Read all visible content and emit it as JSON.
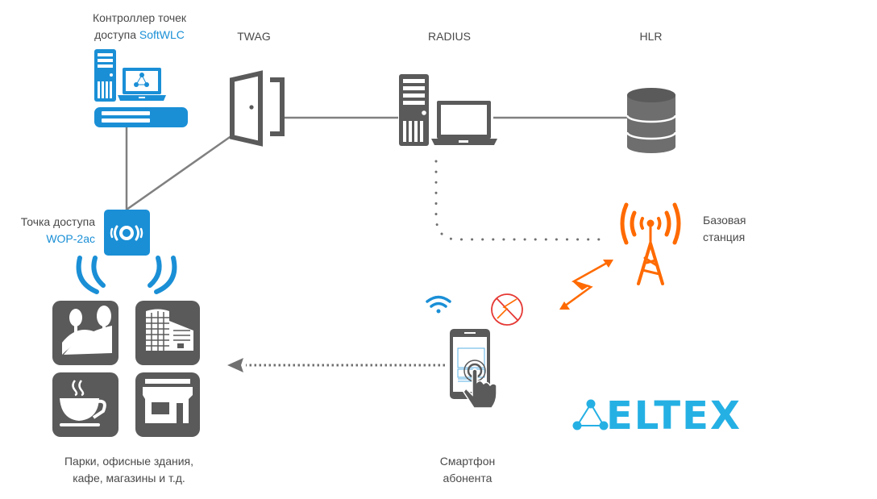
{
  "diagram": {
    "nodes": {
      "controller": {
        "line1": "Контроллер точек",
        "line2_prefix": "доступа ",
        "line2_highlight": "SoftWLC"
      },
      "twag": {
        "label": "TWAG"
      },
      "radius": {
        "label": "RADIUS"
      },
      "hlr": {
        "label": "HLR"
      },
      "access_point": {
        "line1": "Точка доступа",
        "line2": "WOP-2ac"
      },
      "base_station": {
        "line1": "Базовая",
        "line2": "станция"
      },
      "venues": {
        "line1": "Парки, офисные здания,",
        "line2": "кафе, магазины и т.д."
      },
      "smartphone": {
        "line1": "Смартфон",
        "line2": "абонента"
      }
    },
    "venue_icons": [
      "park-icon",
      "office-building-icon",
      "coffee-cup-icon",
      "shop-icon"
    ],
    "logo": {
      "text": "ELTEX"
    },
    "colors": {
      "brand_blue": "#1a8fd6",
      "logo_blue": "#25b0e4",
      "orange": "#ff6a00",
      "gray": "#5a5a5a",
      "line_gray": "#808080",
      "forbidden_red": "#e53935"
    }
  }
}
